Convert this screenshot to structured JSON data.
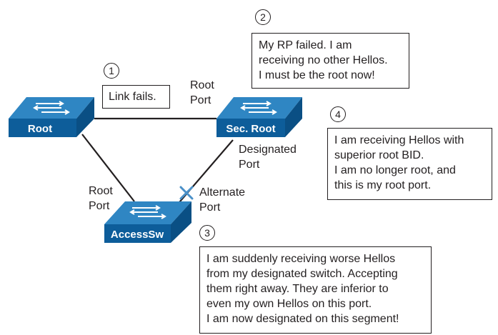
{
  "colors": {
    "switch_top": "#2f86c3",
    "switch_front": "#0d5d9a",
    "switch_side": "#0a4f84",
    "edge_line": "#231f20",
    "failure_mark": "#4a90c8"
  },
  "icons": {
    "switch": "network-switch-icon",
    "failure": "x-mark-icon"
  },
  "switches": {
    "root": "Root",
    "sec_root": "Sec. Root",
    "access": "AccessSw"
  },
  "port_labels": {
    "sec_root_root_port": "Root\nPort",
    "sec_root_designated_port": "Designated\nPort",
    "access_root_port": "Root\nPort",
    "access_alternate_port": "Alternate\nPort"
  },
  "steps": [
    {
      "number": "1",
      "text": "Link fails."
    },
    {
      "number": "2",
      "text": "My RP failed. I am\nreceiving no other Hellos.\nI must be the root now!"
    },
    {
      "number": "3",
      "text": "I am suddenly receiving worse Hellos\nfrom my designated switch. Accepting\nthem right away. They are inferior to\neven my own Hellos on this port.\nI am now designated on this segment!"
    },
    {
      "number": "4",
      "text": "I am receiving Hellos with\nsuperior root BID.\nI am no longer root, and\nthis is my root port."
    }
  ]
}
